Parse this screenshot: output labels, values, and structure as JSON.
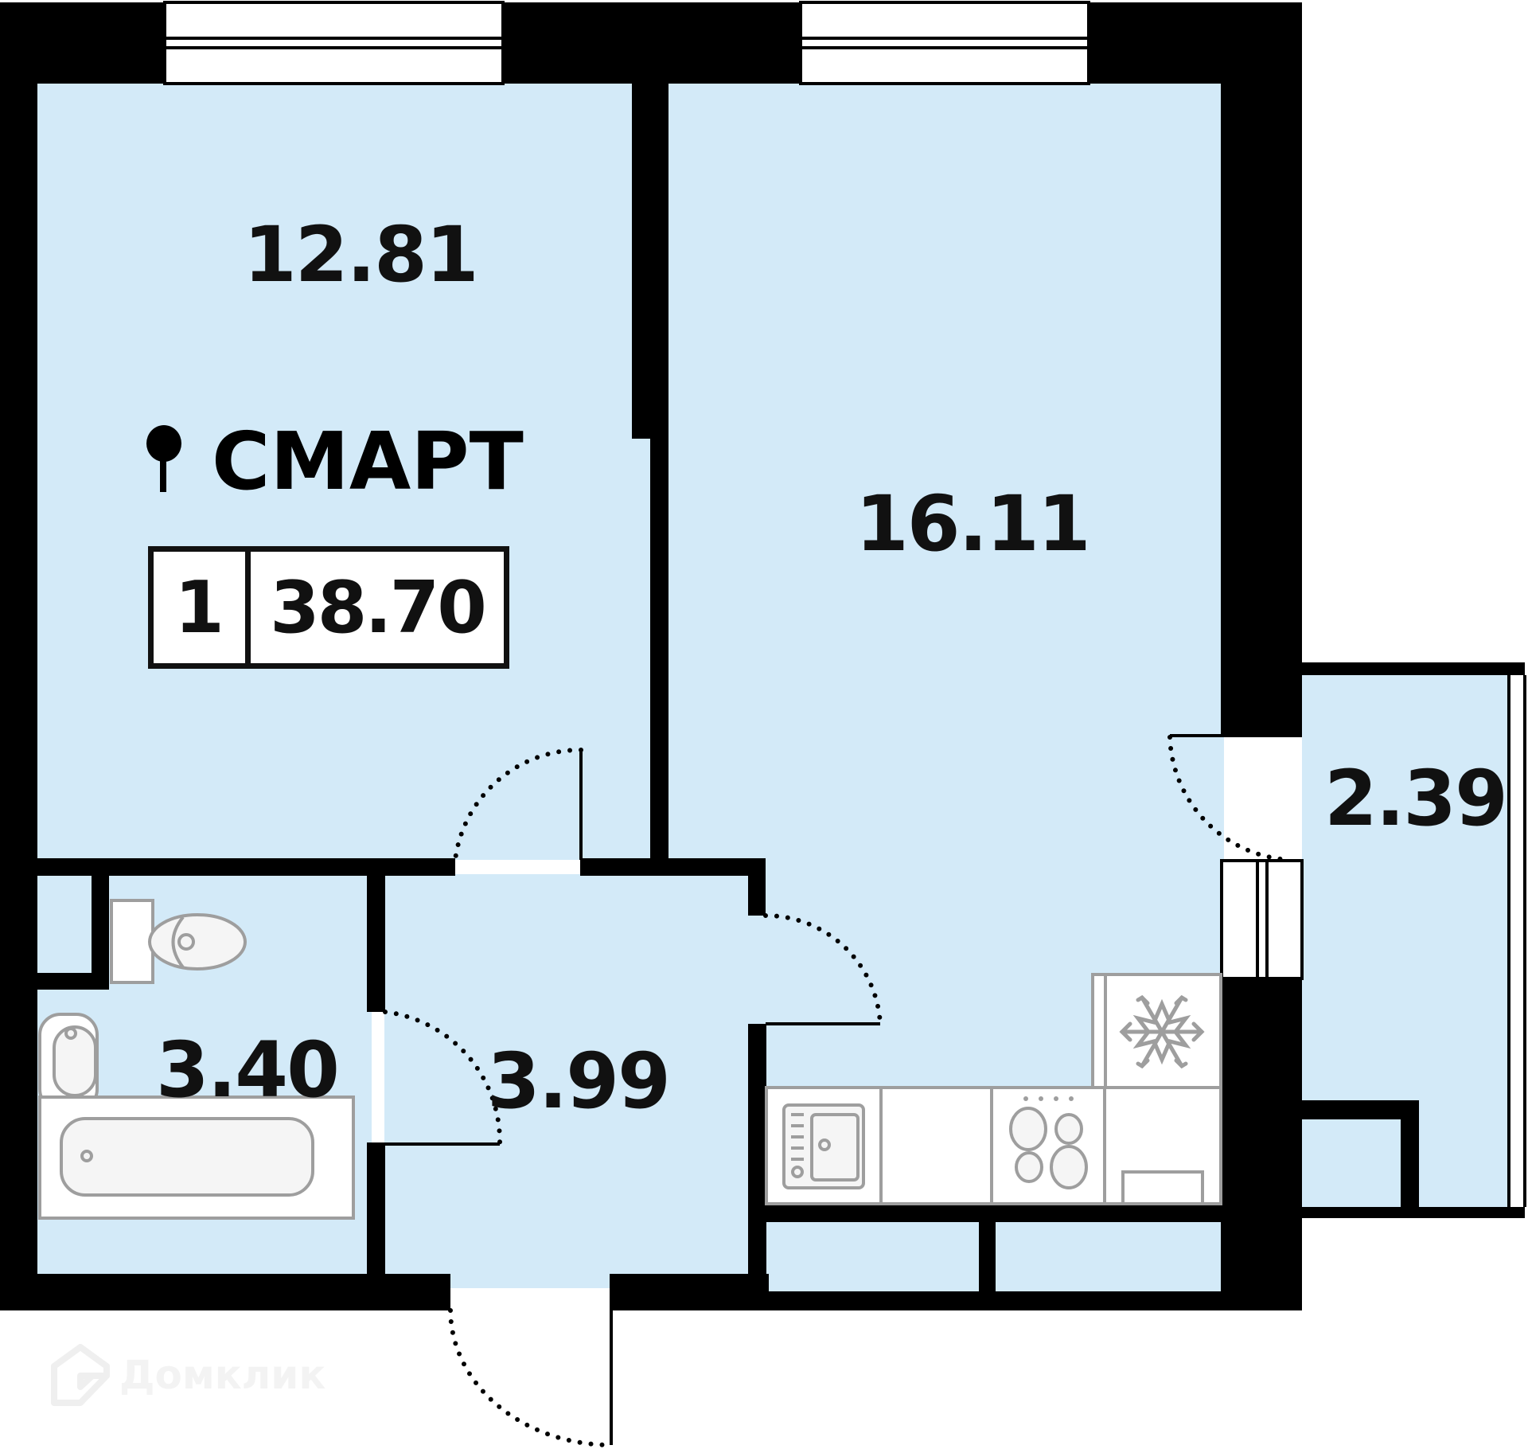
{
  "plan": {
    "type": "apartment-floor-plan",
    "brand_label": "СМАРТ",
    "summary": {
      "rooms": "1",
      "total_area": "38.70"
    },
    "rooms": [
      {
        "id": "bedroom",
        "area": "12.81"
      },
      {
        "id": "kitchen-living",
        "area": "16.11"
      },
      {
        "id": "balcony",
        "area": "2.39"
      },
      {
        "id": "bathroom",
        "area": "3.40"
      },
      {
        "id": "hallway",
        "area": "3.99"
      }
    ],
    "watermark": "Домклик",
    "colors": {
      "floor": "#d3eaf8",
      "wall": "#000000",
      "fixture_outline": "#9e9e9e",
      "fixture_fill": "#ffffff",
      "text": "#111111"
    }
  }
}
